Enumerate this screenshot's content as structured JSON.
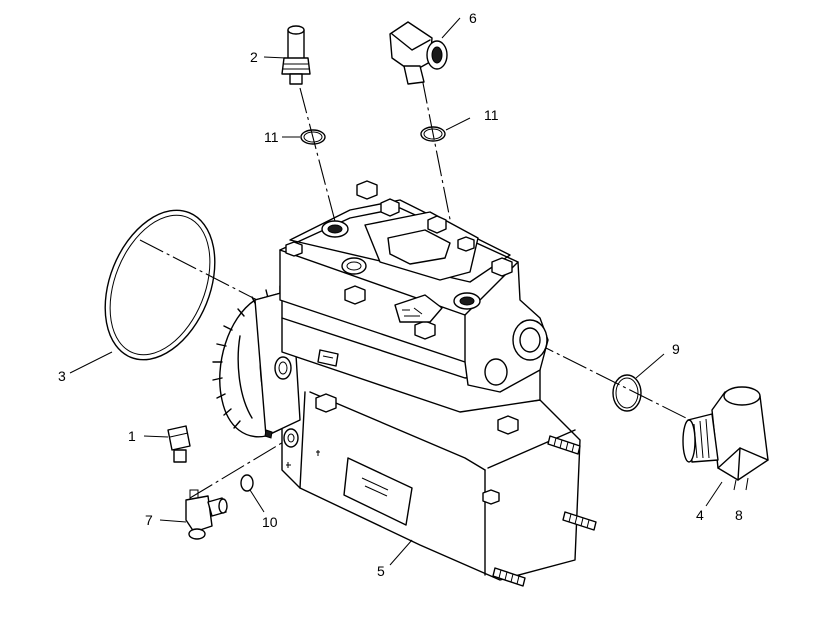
{
  "callouts": {
    "c1": "1",
    "c2": "2",
    "c3": "3",
    "c4": "4",
    "c5": "5",
    "c6": "6",
    "c7": "7",
    "c8": "8",
    "c9": "9",
    "c10": "10",
    "c11a": "11",
    "c11b": "11"
  }
}
